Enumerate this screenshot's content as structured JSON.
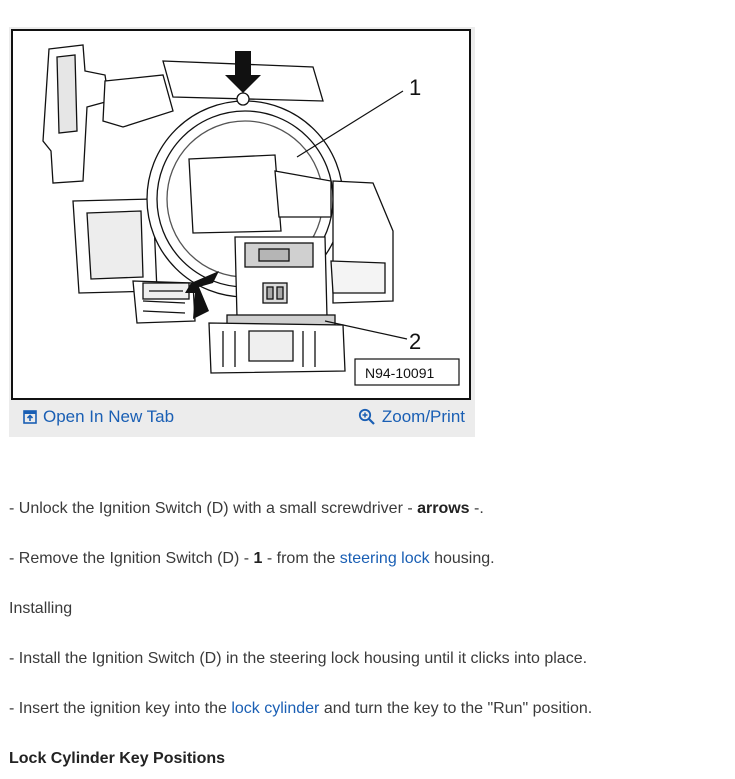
{
  "figure": {
    "callout_1": "1",
    "callout_2": "2",
    "figure_code": "N94-10091"
  },
  "toolbar": {
    "open_label": "Open In New Tab",
    "zoom_label": "Zoom/Print",
    "link_color": "#1a5fb4"
  },
  "steps": {
    "s1_pre": "-  Unlock the Ignition Switch (D) with a small screwdriver - ",
    "s1_bold": "arrows",
    "s1_post": " -.",
    "s2_pre": "-  Remove the Ignition Switch (D) - ",
    "s2_bold": "1",
    "s2_mid": " - from the ",
    "s2_link": "steering lock",
    "s2_post": " housing.",
    "installing": "Installing",
    "s3": "-  Install the Ignition Switch (D) in the steering lock housing until it clicks into place.",
    "s4_pre": "-  Insert the ignition key into the ",
    "s4_link": "lock cylinder",
    "s4_post": " and turn the key to the \"Run\" position.",
    "heading": "Lock Cylinder Key Positions"
  }
}
